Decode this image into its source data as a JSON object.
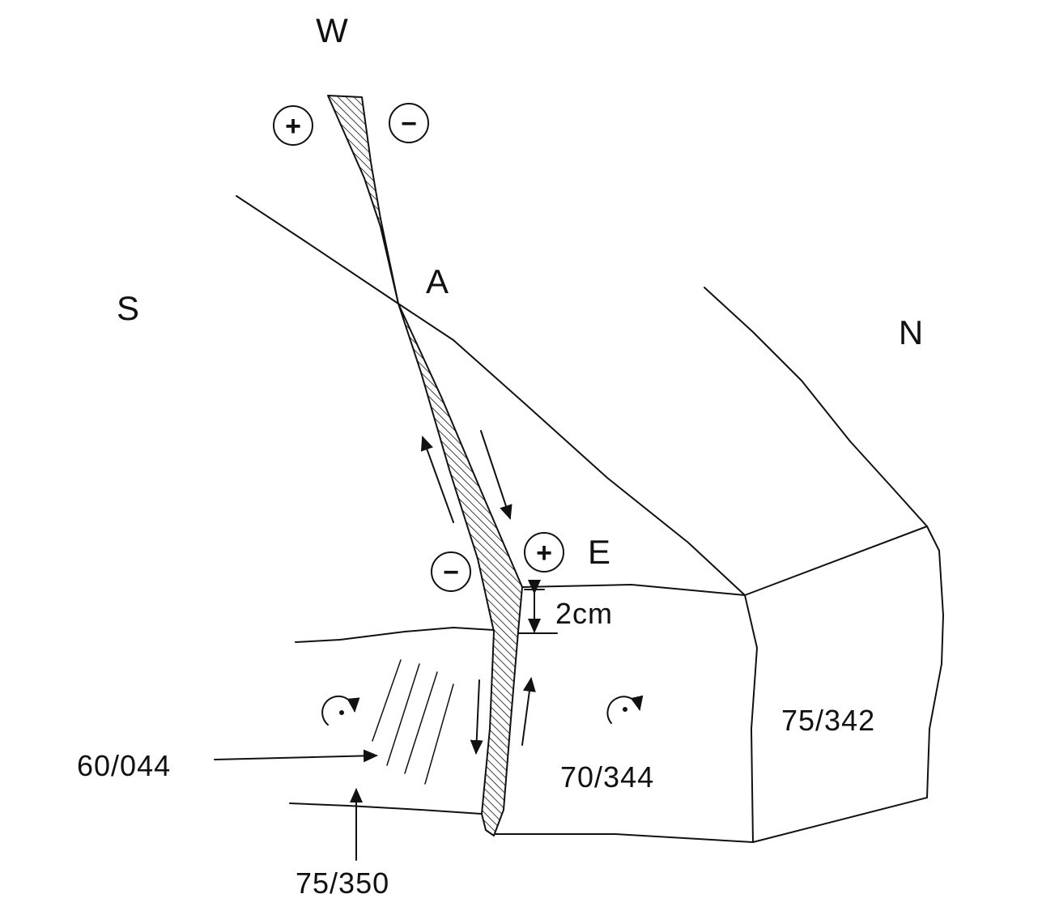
{
  "compass": {
    "west": "W",
    "south": "S",
    "north": "N",
    "east": "E"
  },
  "points": {
    "a": "A"
  },
  "symbols": {
    "plus": "+",
    "minus": "−"
  },
  "scale": {
    "label": "2cm"
  },
  "measurements": {
    "slickenline": "60/044",
    "fault_plane_left": "75/350",
    "block_middle": "70/344",
    "block_right": "75/342"
  }
}
